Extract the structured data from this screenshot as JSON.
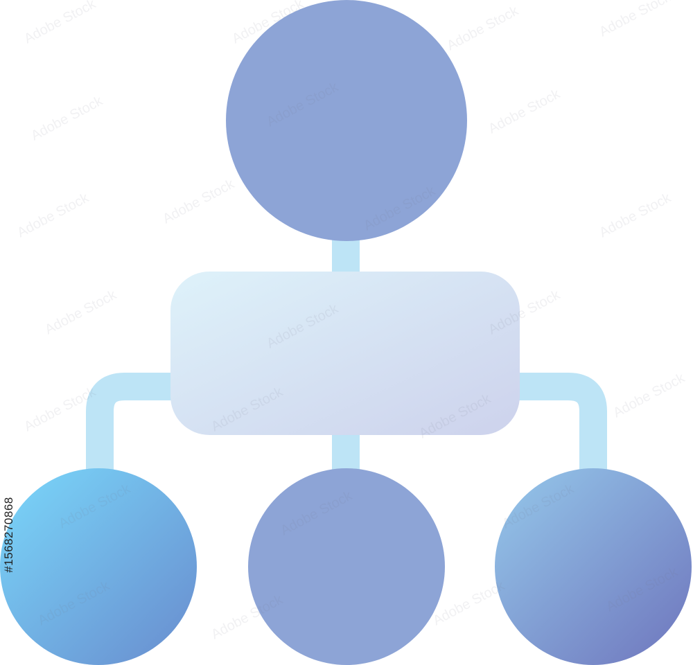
{
  "diagram": {
    "kind": "org-chart-icon",
    "colors": {
      "top_node": "#8da4d6",
      "middle_child": "#8da4d6",
      "connector": "#bde4f6",
      "box_gradient": [
        "#def2fa",
        "#cdd2ec"
      ],
      "left_child_gradient": [
        "#78d0f6",
        "#6a93d2"
      ],
      "right_child_gradient": [
        "#91c0e6",
        "#727dc1"
      ]
    },
    "nodes": [
      {
        "id": "top",
        "shape": "circle"
      },
      {
        "id": "center",
        "shape": "rounded-rectangle"
      },
      {
        "id": "left",
        "shape": "circle"
      },
      {
        "id": "middle",
        "shape": "circle"
      },
      {
        "id": "right",
        "shape": "circle"
      }
    ],
    "edges": [
      {
        "from": "top",
        "to": "center"
      },
      {
        "from": "center",
        "to": "left"
      },
      {
        "from": "center",
        "to": "middle"
      },
      {
        "from": "center",
        "to": "right"
      }
    ]
  },
  "watermark": {
    "text": "Adobe Stock",
    "id": "#1568270868"
  }
}
